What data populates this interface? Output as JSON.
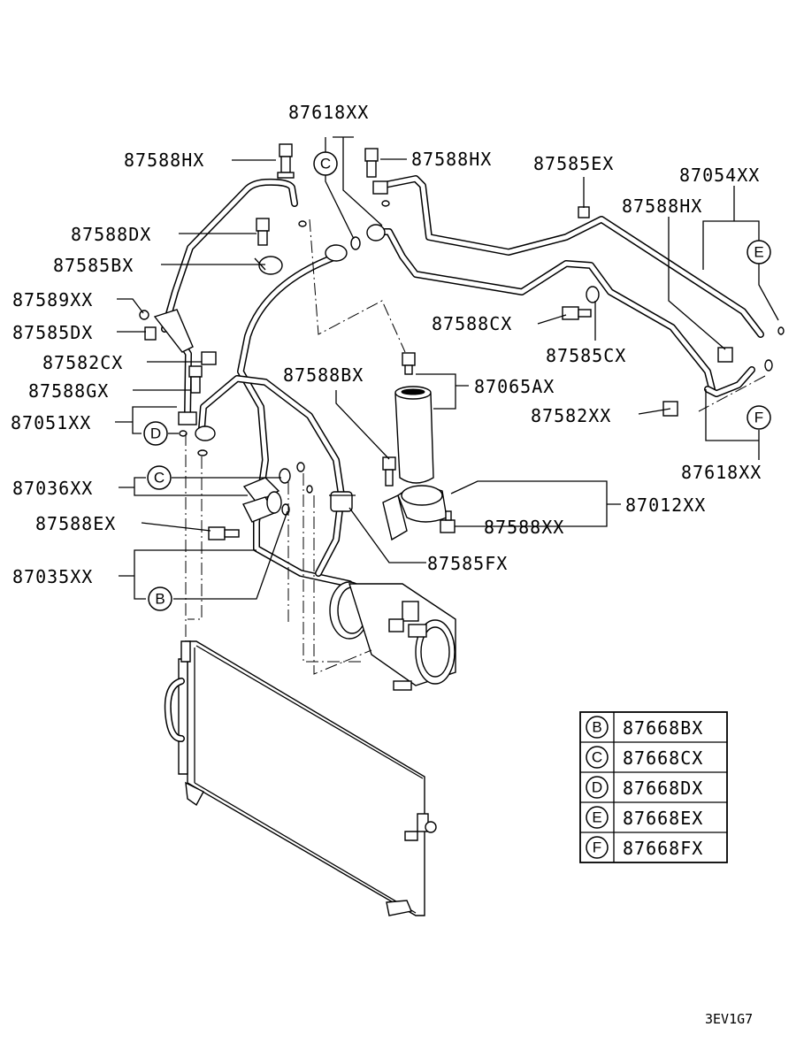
{
  "labels": {
    "p87618XX_top": "87618XX",
    "p87588HX_left": "87588HX",
    "p87588HX_mid": "87588HX",
    "p87585EX": "87585EX",
    "p87054XX": "87054XX",
    "p87588HX_right": "87588HX",
    "p87588DX": "87588DX",
    "p87585BX": "87585BX",
    "p87589XX": "87589XX",
    "p87585DX": "87585DX",
    "p87582CX": "87582CX",
    "p87588GX": "87588GX",
    "p87051XX": "87051XX",
    "p87588CX": "87588CX",
    "p87585CX": "87585CX",
    "p87588BX": "87588BX",
    "p87065AX": "87065AX",
    "p87582XX": "87582XX",
    "p87618XX_bottom": "87618XX",
    "p87036XX": "87036XX",
    "p87588EX": "87588EX",
    "p87012XX": "87012XX",
    "p87588XX": "87588XX",
    "p87585FX": "87585FX",
    "p87035XX": "87035XX"
  },
  "callouts": {
    "c_top": "C",
    "c_mid": "C",
    "d": "D",
    "b": "B",
    "e": "E",
    "f": "F"
  },
  "legend": [
    {
      "key": "B",
      "part": "87668BX"
    },
    {
      "key": "C",
      "part": "87668CX"
    },
    {
      "key": "D",
      "part": "87668DX"
    },
    {
      "key": "E",
      "part": "87668EX"
    },
    {
      "key": "F",
      "part": "87668FX"
    }
  ],
  "footer_code": "3EV1G7"
}
